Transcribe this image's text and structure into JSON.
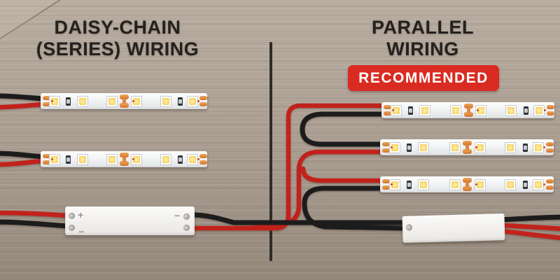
{
  "left_panel": {
    "title_line1": "DAISY-CHAIN",
    "title_line2": "(SERIES) WIRING",
    "strip_count": 2
  },
  "right_panel": {
    "title_line1": "PARALLEL",
    "title_line2": "WIRING",
    "badge_label": "RECOMMENDED",
    "strip_count": 3
  },
  "power_supply_left": {
    "plus_top": "+",
    "minus_bottom": "−",
    "minus_right": "−"
  },
  "colors": {
    "badge_red": "#d92b21",
    "wire_red": "#c2201a",
    "wire_black": "#1d1b1a",
    "divider": "#2e2b28",
    "led_yellow": "#f3cd5c",
    "copper_pad": "#dd8a44",
    "wood_base": "#ab9f93"
  },
  "strips": {
    "led_count": 6
  }
}
